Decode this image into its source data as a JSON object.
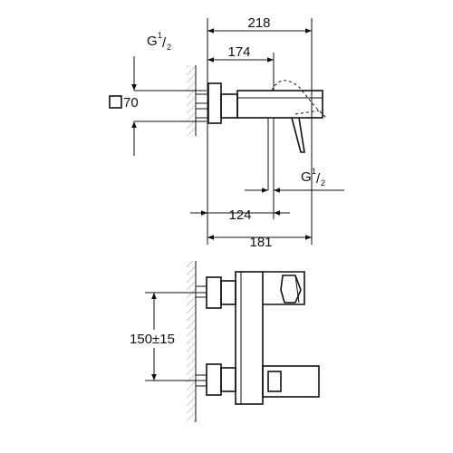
{
  "dimensions": {
    "width_overall": "218",
    "width_inlet_to_spout": "174",
    "inlet_thread": "G",
    "inlet_thread_num": "1",
    "inlet_thread_den": "2",
    "outlet_thread": "G",
    "outlet_thread_num": "1",
    "outlet_thread_den": "2",
    "escutcheon_size": "70",
    "outlet_distance": "124",
    "depth_overall": "181",
    "center_distance": "150±15"
  }
}
